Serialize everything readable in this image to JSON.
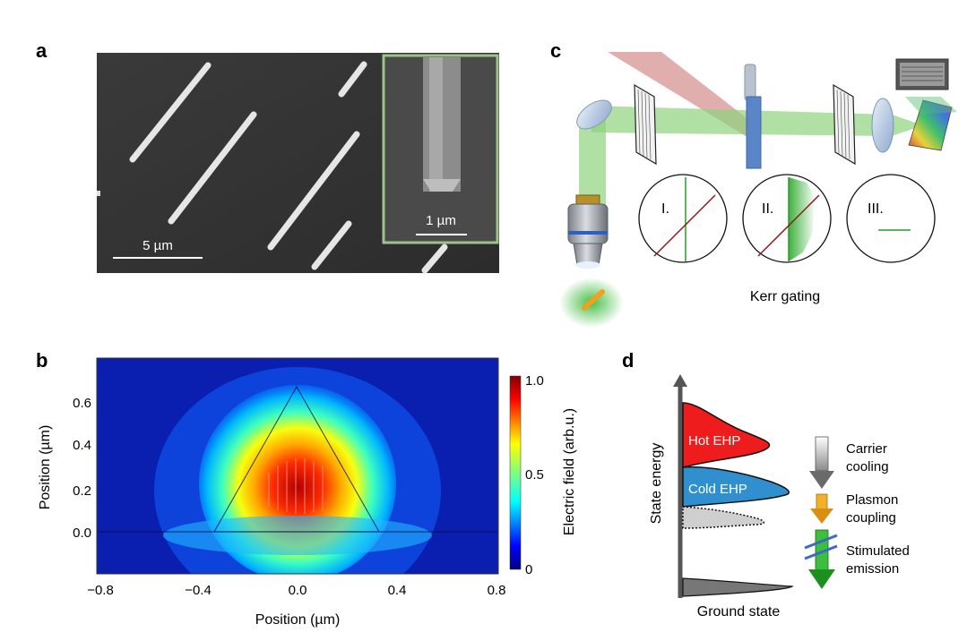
{
  "panels": {
    "a": {
      "label": "a",
      "scale_bar": "5 µm",
      "inset_scale_bar": "1 µm",
      "inset_border_color": "#9cc48a"
    },
    "b": {
      "label": "b",
      "xlabel": "Position (µm)",
      "ylabel": "Position (µm)",
      "x_ticks": [
        "−0.8",
        "−0.4",
        "0.0",
        "0.4",
        "0.8"
      ],
      "y_ticks": [
        "0.6",
        "0.4",
        "0.2",
        "0.0"
      ],
      "colorbar_label": "Electric field (arb.u.)",
      "colorbar_ticks": [
        "1.0",
        "0.5",
        "0"
      ],
      "colormap": "jet"
    },
    "c": {
      "label": "c",
      "kerr_states": [
        "I.",
        "II.",
        "III."
      ],
      "caption": "Kerr gating",
      "beam_color": "#8fd37e",
      "pump_color": "#c96b6b"
    },
    "d": {
      "label": "d",
      "yaxis_label": "State energy",
      "bottom_label": "Ground state",
      "hot_label": "Hot EHP",
      "cold_label": "Cold EHP",
      "hot_color": "#ee1c1c",
      "cold_color": "#2f8fcf",
      "legend": [
        {
          "icon": "gray-arrow-icon",
          "text": [
            "Carrier",
            "cooling"
          ]
        },
        {
          "icon": "orange-arrow-icon",
          "text": [
            "Plasmon",
            "coupling"
          ]
        },
        {
          "icon": "green-arrow-icon",
          "text": [
            "Stimulated",
            "emission"
          ]
        }
      ]
    }
  }
}
